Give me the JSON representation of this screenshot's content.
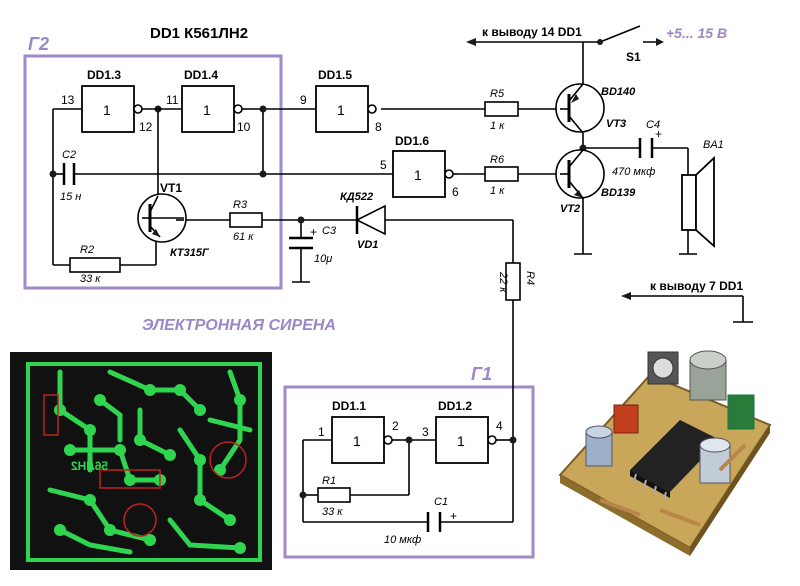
{
  "title": "DD1 К561ЛН2",
  "caption": "ЭЛЕКТРОННАЯ СИРЕНА",
  "colors": {
    "frame": "#a18ac9",
    "accent_text": "#9b86c6",
    "pcb_green": "#2fd44f",
    "pcb_bg": "#111111"
  },
  "power": {
    "to_pin14": "к выводу 14 DD1",
    "switch": "S1",
    "supply": "+5... 15 В"
  },
  "ground": {
    "to_pin7": "к выводу 7 DD1"
  },
  "generators": {
    "g2": "Г2",
    "g1": "Г1"
  },
  "gates": [
    {
      "name": "DD1.3",
      "symbol": "1",
      "in_pin": "13",
      "out_pin": "12"
    },
    {
      "name": "DD1.4",
      "symbol": "1",
      "in_pin": "11",
      "out_pin": "10"
    },
    {
      "name": "DD1.5",
      "symbol": "1",
      "in_pin": "9",
      "out_pin": "8"
    },
    {
      "name": "DD1.6",
      "symbol": "1",
      "in_pin": "5",
      "out_pin": "6"
    },
    {
      "name": "DD1.1",
      "symbol": "1",
      "in_pin": "1",
      "out_pin": "2"
    },
    {
      "name": "DD1.2",
      "symbol": "1",
      "in_pin": "3",
      "out_pin": "4"
    }
  ],
  "components": {
    "c2": {
      "ref": "C2",
      "value": "15 н"
    },
    "vt1": {
      "ref": "VT1",
      "type": "КТ315Г"
    },
    "r2": {
      "ref": "R2",
      "value": "33 к"
    },
    "r3": {
      "ref": "R3",
      "value": "61 к"
    },
    "c3": {
      "ref": "C3",
      "value": "10μ",
      "polarity": "+"
    },
    "vd1": {
      "ref": "VD1",
      "type": "КД522"
    },
    "r4": {
      "ref": "R4",
      "value": "22 к"
    },
    "r5": {
      "ref": "R5",
      "value": "1 к"
    },
    "r6": {
      "ref": "R6",
      "value": "1 к"
    },
    "vt3": {
      "ref": "VT3",
      "type": "BD140"
    },
    "vt2": {
      "ref": "VT2",
      "type": "BD139"
    },
    "c4": {
      "ref": "C4",
      "value": "470 мкф",
      "polarity": "+"
    },
    "ba1": {
      "ref": "BA1"
    },
    "r1": {
      "ref": "R1",
      "value": "33 к"
    },
    "c1": {
      "ref": "C1",
      "value": "10 мкф",
      "polarity": "+"
    }
  },
  "pcb": {
    "silk_text": "56ЛН2"
  }
}
